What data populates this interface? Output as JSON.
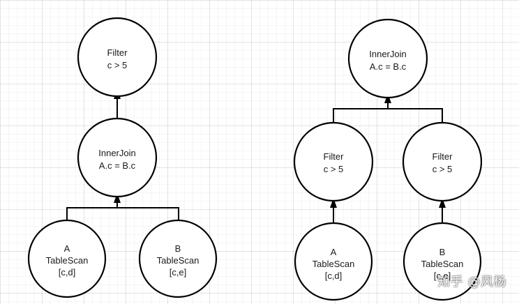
{
  "colors": {
    "stroke": "#000000",
    "fill": "#ffffff",
    "text": "#1a1a1a"
  },
  "left_tree": {
    "filter": {
      "line1": "Filter",
      "line2": "c > 5"
    },
    "join": {
      "line1": "InnerJoin",
      "line2": "A.c = B.c"
    },
    "scan_a": {
      "line1": "A",
      "line2": "TableScan",
      "line3": "[c,d]"
    },
    "scan_b": {
      "line1": "B",
      "line2": "TableScan",
      "line3": "[c,e]"
    }
  },
  "right_tree": {
    "join": {
      "line1": "InnerJoin",
      "line2": "A.c = B.c"
    },
    "filter_a": {
      "line1": "Filter",
      "line2": "c > 5"
    },
    "filter_b": {
      "line1": "Filter",
      "line2": "c > 5"
    },
    "scan_a": {
      "line1": "A",
      "line2": "TableScan",
      "line3": "[c,d]"
    },
    "scan_b": {
      "line1": "B",
      "line2": "TableScan",
      "line3": "[c,e]"
    }
  },
  "watermark": "知乎 @风杨"
}
